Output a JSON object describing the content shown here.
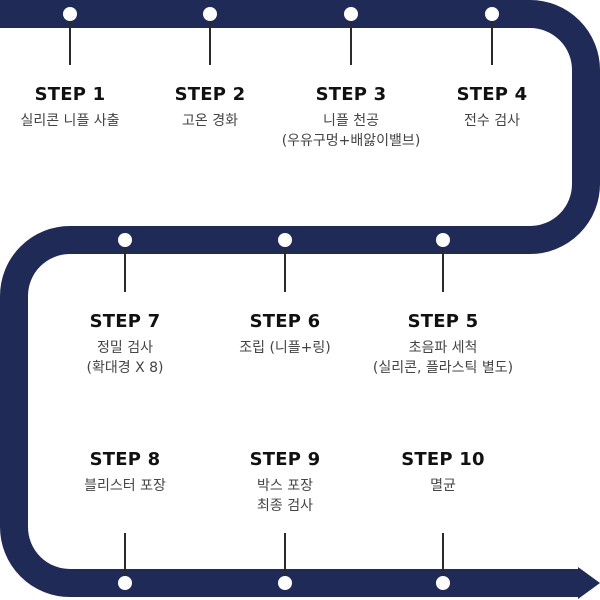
{
  "colors": {
    "track": "#1f2a56",
    "dot_fill": "#ffffff",
    "connector": "#2a2a2a",
    "title": "#111111",
    "desc": "#444444"
  },
  "steps": [
    {
      "title": "STEP 1",
      "desc": "실리콘 니플 사출"
    },
    {
      "title": "STEP 2",
      "desc": "고온 경화"
    },
    {
      "title": "STEP 3",
      "desc": "니플 천공",
      "desc2": "(우유구멍+배앓이밸브)"
    },
    {
      "title": "STEP 4",
      "desc": "전수 검사"
    },
    {
      "title": "STEP 5",
      "desc": "초음파 세척",
      "desc2": "(실리콘, 플라스틱 별도)"
    },
    {
      "title": "STEP 6",
      "desc": "조립 (니플+링)"
    },
    {
      "title": "STEP 7",
      "desc": "정밀 검사",
      "desc2": "(확대경  X 8)"
    },
    {
      "title": "STEP 8",
      "desc": "블리스터 포장"
    },
    {
      "title": "STEP 9",
      "desc": "박스 포장",
      "desc2": "최종 검사"
    },
    {
      "title": "STEP 10",
      "desc": "멸균"
    }
  ]
}
